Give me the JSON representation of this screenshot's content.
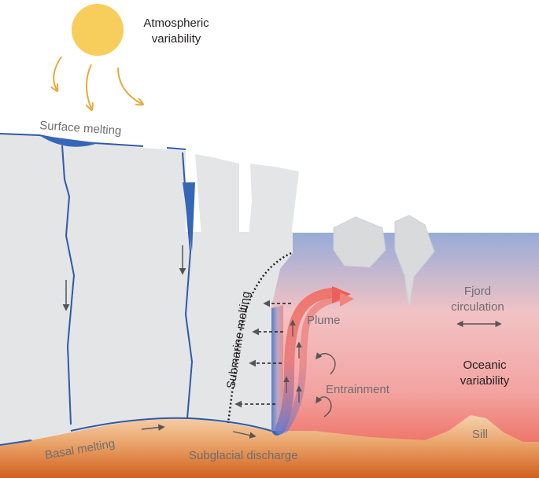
{
  "labels": {
    "atmospheric_line1": "Atmospheric",
    "atmospheric_line2": "variability",
    "surface_melting": "Surface melting",
    "submarine_melting": "Submarine melting",
    "plume": "Plume",
    "fjord_line1": "Fjord",
    "fjord_line2": "circulation",
    "oceanic_line1": "Oceanic",
    "oceanic_line2": "variability",
    "entrainment": "Entrainment",
    "basal_melting": "Basal melting",
    "subglacial_discharge": "Subglacial discharge",
    "sill": "Sill"
  },
  "colors": {
    "sun": "#F7CE5B",
    "sun_rays": "#E9A93A",
    "ice": "#E6E7E8",
    "ice_outline": "#2E5AA8",
    "meltwater": "#3566B8",
    "ocean_top": "#9DAED6",
    "ocean_mid": "#F2BDBE",
    "ocean_bottom": "#EE6E62",
    "plume": "#EE5F5B",
    "bed_top": "#F3C9A0",
    "bed_bottom": "#D96C27",
    "text_gray": "#6D6E71",
    "text_dark": "#231F20"
  }
}
